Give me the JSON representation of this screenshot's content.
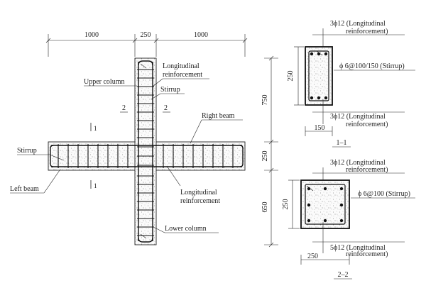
{
  "dimensions": {
    "top": [
      "1000",
      "250",
      "1000"
    ],
    "right": [
      "750",
      "250",
      "650"
    ],
    "section1_height": "250",
    "section1_width": "150",
    "section2_height": "250",
    "section2_width": "250"
  },
  "labels": {
    "upper_column": "Upper column",
    "lower_column": "Lower column",
    "left_beam": "Left beam",
    "right_beam": "Right beam",
    "stirrup_left": "Stirrup",
    "stirrup_column": "Stirrup",
    "column_long_1": "Longitudinal",
    "column_long_2": "reinforcement",
    "beam_long_1": "Longitudinal",
    "beam_long_2": "reinforcement"
  },
  "section_marks": {
    "mark_2_left": "2",
    "mark_2_right": "2",
    "mark_1_top": "1",
    "mark_1_bottom": "1"
  },
  "section1": {
    "top_rebar_1": "3ϕ12 (Longitudinal",
    "top_rebar_2": "reinforcement)",
    "stirrup": "ϕ 6@100/150 (Stirrup)",
    "bottom_rebar_1": "3ϕ12 (Longitudinal",
    "bottom_rebar_2": "reinforcement)",
    "title": "1–1"
  },
  "section2": {
    "top_rebar_1": "3ϕ12 (Longitudinal",
    "top_rebar_2": "reinforcement)",
    "stirrup": "ϕ 6@100 (Stirrup)",
    "bottom_rebar_1": "5ϕ12 (Longitudinal",
    "bottom_rebar_2": "reinforcement)",
    "title": "2–2"
  },
  "colors": {
    "line": "#222222",
    "background": "#ffffff"
  }
}
